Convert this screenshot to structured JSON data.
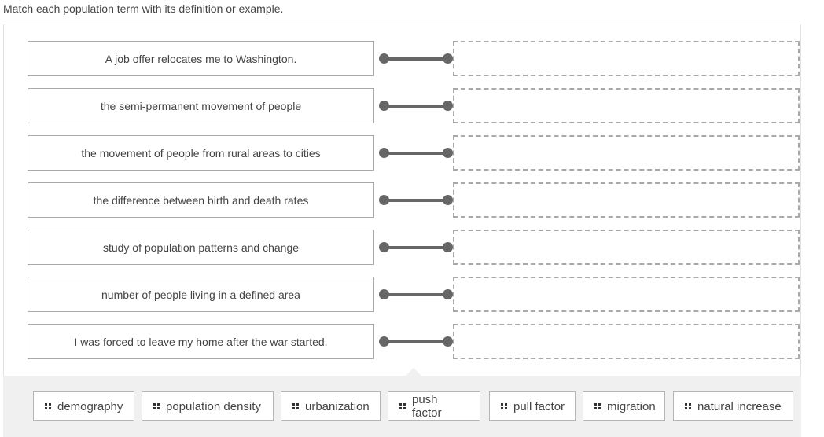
{
  "instruction": "Match each population term with its definition or example.",
  "prompts": [
    "A job offer relocates me to Washington.",
    "the semi-permanent movement of people",
    "the movement of people from rural areas to cities",
    "the difference between birth and death rates",
    "study of population patterns and change",
    "number of people living in a defined area",
    "I was forced to leave my home after the war started."
  ],
  "options": [
    "demography",
    "population density",
    "urbanization",
    "push factor",
    "pull factor",
    "migration",
    "natural increase"
  ],
  "icons": {
    "chip_handle": "drag-handle-icon",
    "connector": "connector-icon"
  },
  "colors": {
    "connector": "#666666",
    "tray": "#f0f0f0",
    "border": "#a9a9a9"
  }
}
